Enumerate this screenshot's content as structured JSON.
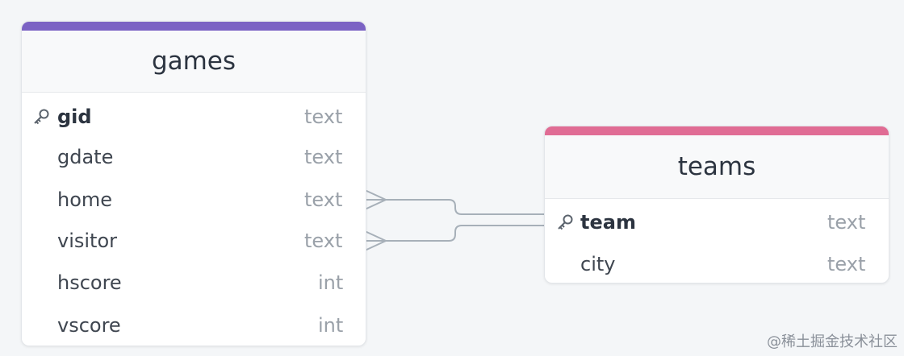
{
  "tables": {
    "games": {
      "name": "games",
      "accent_color": "#7b62c4",
      "columns": [
        {
          "name": "gid",
          "type": "text",
          "primary_key": true
        },
        {
          "name": "gdate",
          "type": "text"
        },
        {
          "name": "home",
          "type": "text"
        },
        {
          "name": "visitor",
          "type": "text"
        },
        {
          "name": "hscore",
          "type": "int"
        },
        {
          "name": "vscore",
          "type": "int"
        }
      ]
    },
    "teams": {
      "name": "teams",
      "accent_color": "#e06c94",
      "columns": [
        {
          "name": "team",
          "type": "text",
          "primary_key": true
        },
        {
          "name": "city",
          "type": "text"
        }
      ]
    }
  },
  "relationships": [
    {
      "from": "games.home",
      "to": "teams.team",
      "cardinality": "many-to-one"
    },
    {
      "from": "games.visitor",
      "to": "teams.team",
      "cardinality": "many-to-one"
    }
  ],
  "icons": {
    "primary_key": "key-icon"
  },
  "watermark": "@稀土掘金技术社区"
}
